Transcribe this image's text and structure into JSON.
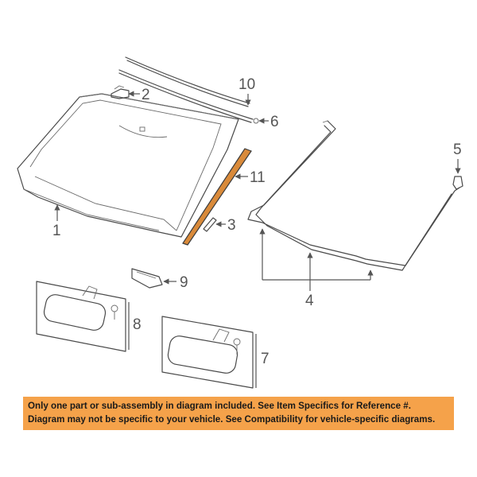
{
  "callouts": {
    "c1": "1",
    "c2": "2",
    "c3": "3",
    "c4": "4",
    "c5": "5",
    "c6": "6",
    "c7": "7",
    "c8": "8",
    "c9": "9",
    "c10": "10",
    "c11": "11"
  },
  "disclaimer": {
    "line1": "Only one part or sub-assembly in diagram included. See Item Specifics for Reference #.",
    "line2": "Diagram may not be specific to your vehicle. See Compatibility for vehicle-specific diagrams."
  },
  "colors": {
    "highlight": "#f5a24a",
    "highlighted_part_fill": "#d98a3a",
    "line": "#4a4a4a"
  }
}
